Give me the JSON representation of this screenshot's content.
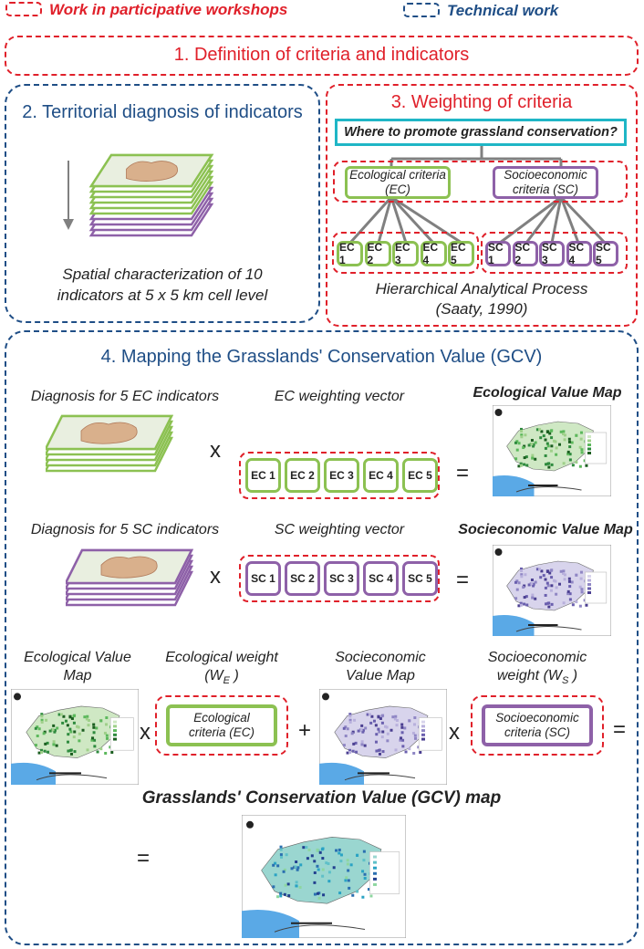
{
  "legend": {
    "participative": "Work in participative workshops",
    "technical": "Technical work"
  },
  "section1": {
    "title": "1. Definition of criteria and indicators"
  },
  "section2": {
    "title": "2. Territorial diagnosis of indicators",
    "caption_line1": "Spatial characterization of 10",
    "caption_line2": "indicators at 5 x 5 km cell level"
  },
  "section3": {
    "title": "3. Weighting of criteria",
    "question": "Where to promote grassland conservation?",
    "ec_line1": "Ecological criteria",
    "ec_line2": "(EC)",
    "sc_line1": "Socioeconomic",
    "sc_line2": "criteria (SC)",
    "ec_items": [
      "EC 1",
      "EC 2",
      "EC 3",
      "EC 4",
      "EC 5"
    ],
    "sc_items": [
      "SC 1",
      "SC 2",
      "SC 3",
      "SC 4",
      "SC 5"
    ],
    "method_line1": "Hierarchical Analytical Process",
    "method_line2": "(Saaty, 1990)"
  },
  "section4": {
    "title": "4. Mapping the Grasslands' Conservation Value (GCV)",
    "row1": {
      "diag_label": "Diagnosis for 5 EC indicators",
      "vector_label": "EC weighting vector",
      "result_title": "Ecological Value Map",
      "items": [
        "EC 1",
        "EC 2",
        "EC 3",
        "EC 4",
        "EC 5"
      ]
    },
    "row2": {
      "diag_label": "Diagnosis for 5 SC indicators",
      "vector_label": "SC weighting vector",
      "result_title": "Socieconomic Value Map",
      "items": [
        "SC 1",
        "SC 2",
        "SC 3",
        "SC 4",
        "SC 5"
      ]
    },
    "row3": {
      "eco_map_line1": "Ecological Value",
      "eco_map_line2": "Map",
      "eco_weight_line1": "Ecological weight",
      "eco_weight_line2": "(W",
      "eco_weight_sub": "E",
      "eco_weight_end": " )",
      "eco_crit_line1": "Ecological",
      "eco_crit_line2": "criteria (EC)",
      "soc_map_line1": "Socieconomic",
      "soc_map_line2": "Value Map",
      "soc_weight_line1": "Socioeconomic",
      "soc_weight_line2": "weight (W",
      "soc_weight_sub": "S",
      "soc_weight_end": " )",
      "soc_crit_line1": "Socioeconomic",
      "soc_crit_line2": "criteria (SC)"
    },
    "gcv_title": "Grasslands' Conservation Value (GCV) map",
    "operators": {
      "times": "x",
      "plus": "+",
      "equals": "="
    }
  },
  "colors": {
    "participative": "#e0202a",
    "technical": "#1f4e86",
    "ecological": "#8cc152",
    "socioeconomic": "#8e61a8",
    "question": "#1fb6c6"
  }
}
